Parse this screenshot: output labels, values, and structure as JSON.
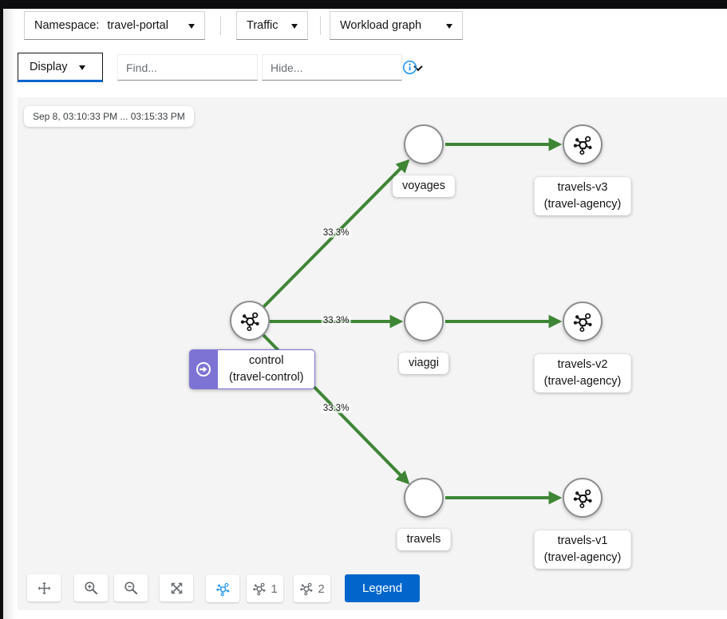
{
  "colors": {
    "accent_blue": "#0066cc",
    "edge_green": "#3e8635",
    "root_purple": "#7d73d4",
    "panel_gray": "#f4f4f4",
    "info_blue": "#2b9af3"
  },
  "toolbar": {
    "namespace_label": "Namespace:",
    "namespace_value": "travel-portal",
    "traffic_label": "Traffic",
    "graph_type_value": "Workload graph",
    "display_label": "Display",
    "find_placeholder": "Find...",
    "hide_placeholder": "Hide..."
  },
  "graph": {
    "time_range": "Sep 8, 03:10:33 PM ... 03:15:33 PM",
    "nodes": {
      "control": {
        "label": "control",
        "sublabel": "(travel-control)"
      },
      "voyages": {
        "label": "voyages"
      },
      "viaggi": {
        "label": "viaggi"
      },
      "travels": {
        "label": "travels"
      },
      "travels_v3": {
        "label": "travels-v3",
        "sublabel": "(travel-agency)"
      },
      "travels_v2": {
        "label": "travels-v2",
        "sublabel": "(travel-agency)"
      },
      "travels_v1": {
        "label": "travels-v1",
        "sublabel": "(travel-agency)"
      }
    },
    "edges": {
      "control_to_voyages": {
        "label": "33.3%"
      },
      "control_to_viaggi": {
        "label": "33.3%"
      },
      "control_to_travels": {
        "label": "33.3%"
      }
    }
  },
  "footer": {
    "legend_label": "Legend",
    "graph_button_1": "1",
    "graph_button_2": "2"
  }
}
